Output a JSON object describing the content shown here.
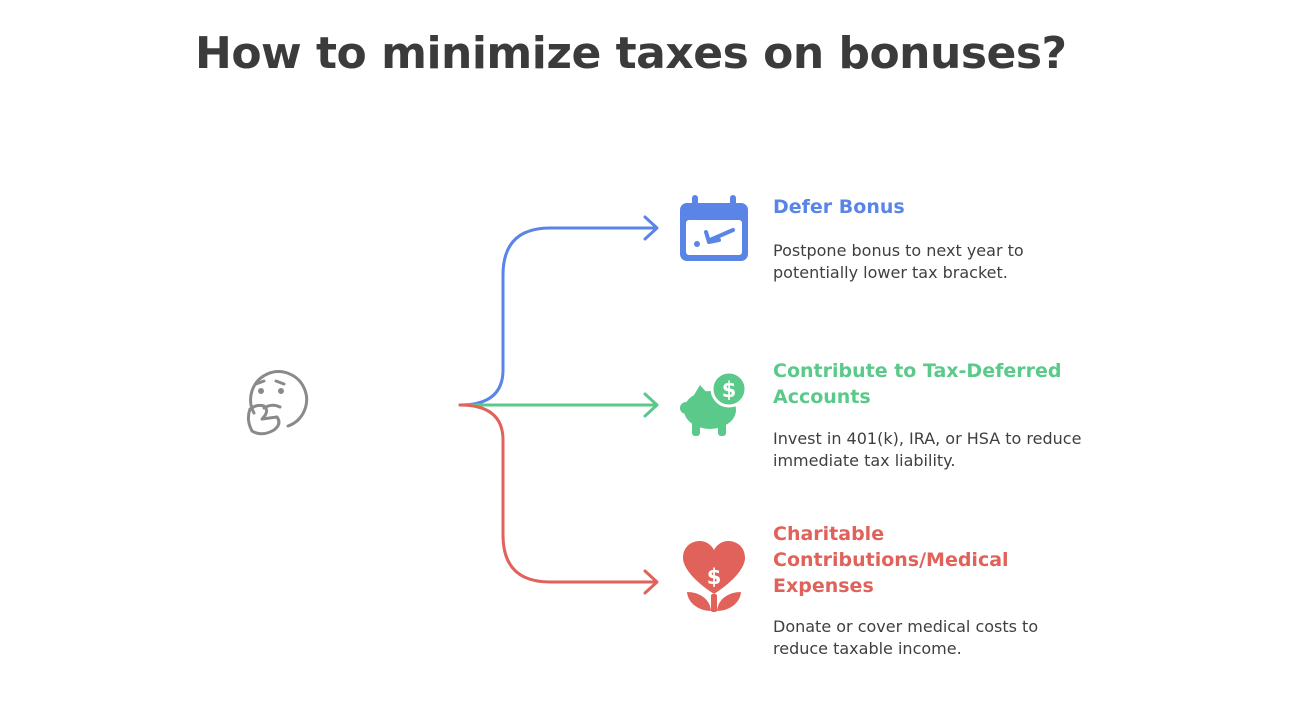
{
  "title": "How to minimize taxes on bonuses?",
  "colors": {
    "defer": "#5a85e6",
    "contribute": "#5bc98a",
    "charity": "#e0625a",
    "thinker": "#8a8a8a"
  },
  "options": [
    {
      "icon": "calendar-icon",
      "title_lines": [
        "Defer Bonus"
      ],
      "description_lines": [
        "Postpone bonus to next year to",
        "potentially lower tax bracket."
      ]
    },
    {
      "icon": "piggy-bank-icon",
      "title_lines": [
        "Contribute to Tax-Deferred",
        "Accounts"
      ],
      "description_lines": [
        "Invest in 401(k), IRA, or HSA to reduce",
        "immediate tax liability."
      ]
    },
    {
      "icon": "heart-dollar-plant-icon",
      "title_lines": [
        "Charitable",
        "Contributions/Medical",
        "Expenses"
      ],
      "description_lines": [
        "Donate or cover medical costs to",
        "reduce taxable income."
      ]
    }
  ]
}
